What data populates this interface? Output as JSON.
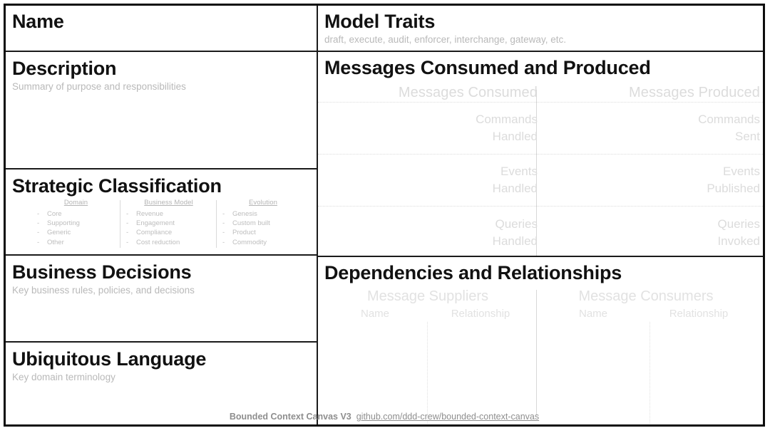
{
  "canvas": {
    "left_column": {
      "name": {
        "title": "Name"
      },
      "description": {
        "title": "Description",
        "hint": "Summary of purpose and responsibilities"
      },
      "strategic_classification": {
        "title": "Strategic Classification",
        "columns": [
          {
            "header": "Domain",
            "items": [
              "Core",
              "Supporting",
              "Generic",
              "Other"
            ]
          },
          {
            "header": "Business Model",
            "items": [
              "Revenue",
              "Engagement",
              "Compliance",
              "Cost reduction"
            ]
          },
          {
            "header": "Evolution",
            "items": [
              "Genesis",
              "Custom built",
              "Product",
              "Commodity"
            ]
          }
        ],
        "bullet": "-"
      },
      "business_decisions": {
        "title": "Business Decisions",
        "hint": "Key business rules, policies, and decisions"
      },
      "ubiquitous_language": {
        "title": "Ubiquitous Language",
        "hint": "Key domain terminology"
      }
    },
    "right_column": {
      "model_traits": {
        "title": "Model Traits",
        "hint": "draft, execute, audit, enforcer, interchange, gateway, etc."
      },
      "messages": {
        "title": "Messages Consumed and Produced",
        "columns": [
          {
            "header": "Messages Consumed",
            "rows": [
              {
                "line1": "Commands",
                "line2": "Handled"
              },
              {
                "line1": "Events",
                "line2": "Handled"
              },
              {
                "line1": "Queries",
                "line2": "Handled"
              }
            ]
          },
          {
            "header": "Messages Produced",
            "rows": [
              {
                "line1": "Commands",
                "line2": "Sent"
              },
              {
                "line1": "Events",
                "line2": "Published"
              },
              {
                "line1": "Queries",
                "line2": "Invoked"
              }
            ]
          }
        ]
      },
      "dependencies": {
        "title": "Dependencies and Relationships",
        "groups": [
          {
            "header": "Message Suppliers",
            "sub": [
              "Name",
              "Relationship"
            ]
          },
          {
            "header": "Message Consumers",
            "sub": [
              "Name",
              "Relationship"
            ]
          }
        ]
      }
    },
    "footer": {
      "brand": "Bounded Context Canvas V3",
      "link": "github.com/ddd-crew/bounded-context-canvas"
    },
    "colors": {
      "border": "#0d0d0d",
      "title": "#111111",
      "hint": "#b9b9b9",
      "placeholder": "#dcdcdc",
      "footer": "#8e8e8e"
    }
  }
}
